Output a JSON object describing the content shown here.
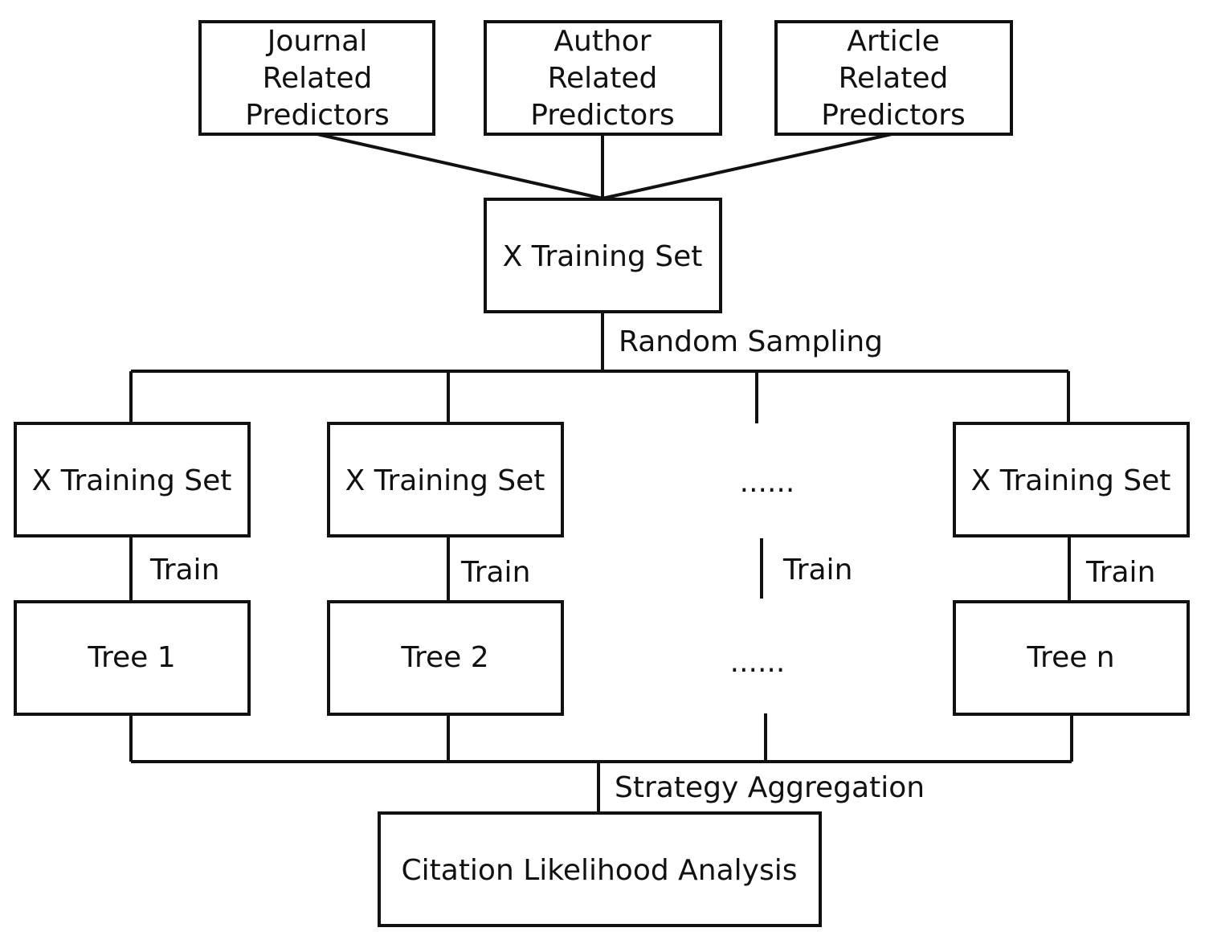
{
  "predictors": {
    "journal": [
      "Journal",
      "Related",
      "Predictors"
    ],
    "author": [
      "Author",
      "Related",
      "Predictors"
    ],
    "article": [
      "Article",
      "Related",
      "Predictors"
    ]
  },
  "training_set_main": "X Training Set",
  "random_sampling": "Random Sampling",
  "training_sets": [
    "X Training Set",
    "X Training Set",
    "X Training Set"
  ],
  "ellipsis": "......",
  "train_label": "Train",
  "trees": [
    "Tree 1",
    "Tree 2",
    "Tree n"
  ],
  "strategy_aggregation": "Strategy Aggregation",
  "result": "Citation Likelihood Analysis"
}
